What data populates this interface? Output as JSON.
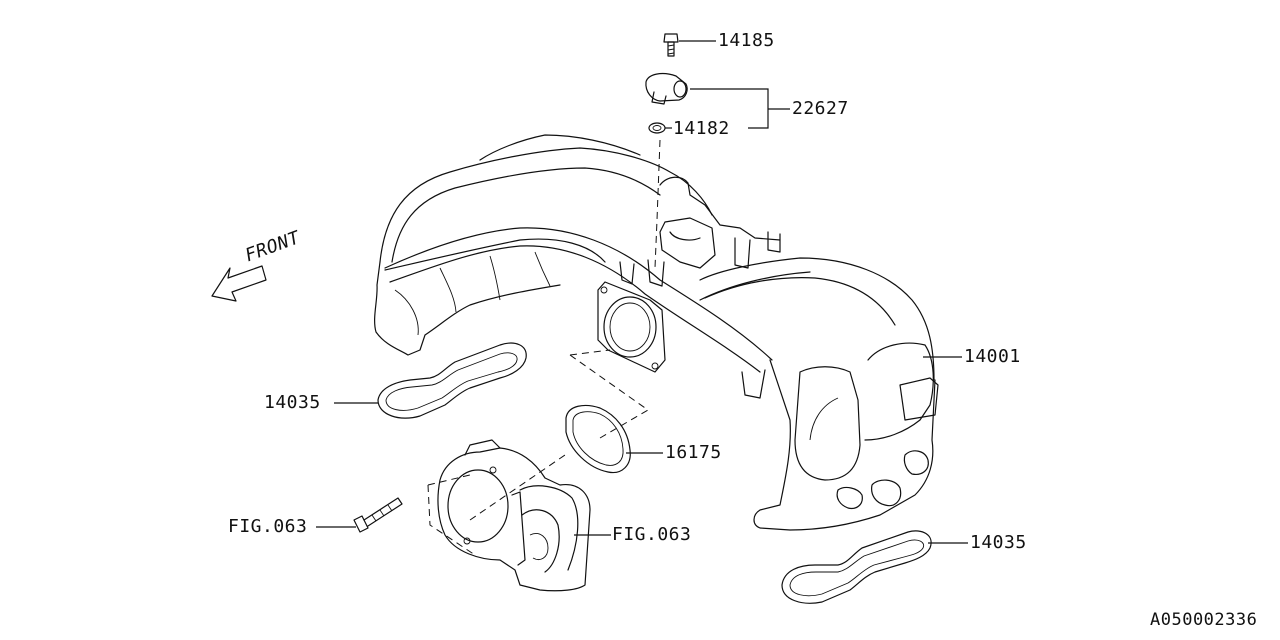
{
  "diagram": {
    "direction_label": "FRONT",
    "drawing_id": "A050002336",
    "callouts": [
      {
        "id": "bolt",
        "text": "14185"
      },
      {
        "id": "sensor-assembly",
        "text": "22627"
      },
      {
        "id": "o-ring",
        "text": "14182"
      },
      {
        "id": "intake-manifold",
        "text": "14001"
      },
      {
        "id": "gasket-left",
        "text": "14035"
      },
      {
        "id": "throttle-gasket",
        "text": "16175"
      },
      {
        "id": "bolt-reference",
        "text": "FIG.063"
      },
      {
        "id": "throttle-body-reference",
        "text": "FIG.063"
      },
      {
        "id": "gasket-right",
        "text": "14035"
      }
    ]
  }
}
